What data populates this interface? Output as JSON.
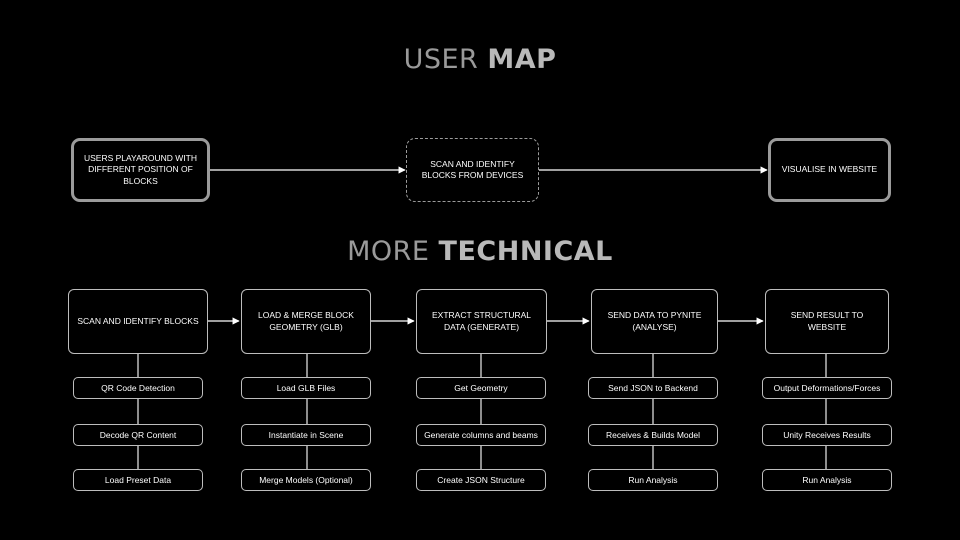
{
  "titles": {
    "user_map_light": "USER ",
    "user_map_bold": "MAP",
    "technical_light": "MORE ",
    "technical_bold": "TECHNICAL"
  },
  "user_map": [
    "USERS PLAYAROUND WITH DIFFERENT POSITION OF BLOCKS",
    "SCAN AND IDENTIFY BLOCKS FROM DEVICES",
    "VISUALISE IN WEBSITE"
  ],
  "technical": [
    {
      "title": "SCAN AND IDENTIFY BLOCKS",
      "steps": [
        "QR Code Detection",
        "Decode QR Content",
        "Load Preset Data"
      ]
    },
    {
      "title": "LOAD & MERGE BLOCK GEOMETRY (GLB)",
      "steps": [
        "Load GLB Files",
        "Instantiate in Scene",
        "Merge Models (Optional)"
      ]
    },
    {
      "title": "EXTRACT STRUCTURAL DATA (GENERATE)",
      "steps": [
        "Get Geometry",
        "Generate columns and beams",
        "Create JSON Structure"
      ]
    },
    {
      "title": "SEND DATA TO PYNITE (ANALYSE)",
      "steps": [
        "Send JSON to Backend",
        "Receives & Builds Model",
        "Run Analysis"
      ]
    },
    {
      "title": "SEND RESULT TO WEBSITE",
      "steps": [
        "Output Deformations/Forces",
        "Unity Receives Results",
        "Run Analysis"
      ]
    }
  ]
}
